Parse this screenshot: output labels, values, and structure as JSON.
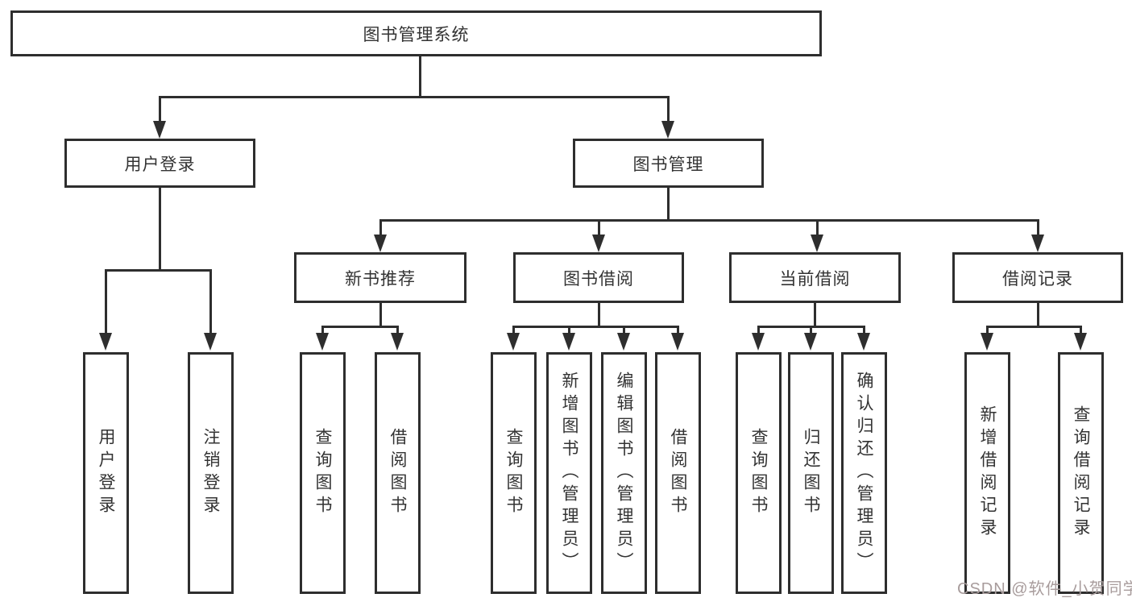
{
  "diagram": {
    "root": {
      "label": "图书管理系统"
    },
    "level1": [
      {
        "label": "用户登录"
      },
      {
        "label": "图书管理"
      }
    ],
    "level2": [
      {
        "label": "新书推荐"
      },
      {
        "label": "图书借阅"
      },
      {
        "label": "当前借阅"
      },
      {
        "label": "借阅记录"
      }
    ],
    "leaves": [
      {
        "label": "用户登录"
      },
      {
        "label": "注销登录"
      },
      {
        "label": "查询图书"
      },
      {
        "label": "借阅图书"
      },
      {
        "label": "查询图书"
      },
      {
        "label": "新增图书（管理员）"
      },
      {
        "label": "编辑图书（管理员）"
      },
      {
        "label": "借阅图书"
      },
      {
        "label": "查询图书"
      },
      {
        "label": "归还图书"
      },
      {
        "label": "确认归还（管理员）"
      },
      {
        "label": "新增借阅记录"
      },
      {
        "label": "查询借阅记录"
      }
    ]
  },
  "watermark": {
    "text": "CSDN @软件_小贺同学"
  },
  "colors": {
    "line": "#2e2e2e",
    "box_border": "#2e2e2e",
    "box_fill": "#ffffff",
    "text": "#333333",
    "watermark": "#a89c9c",
    "background": "#ffffff"
  }
}
